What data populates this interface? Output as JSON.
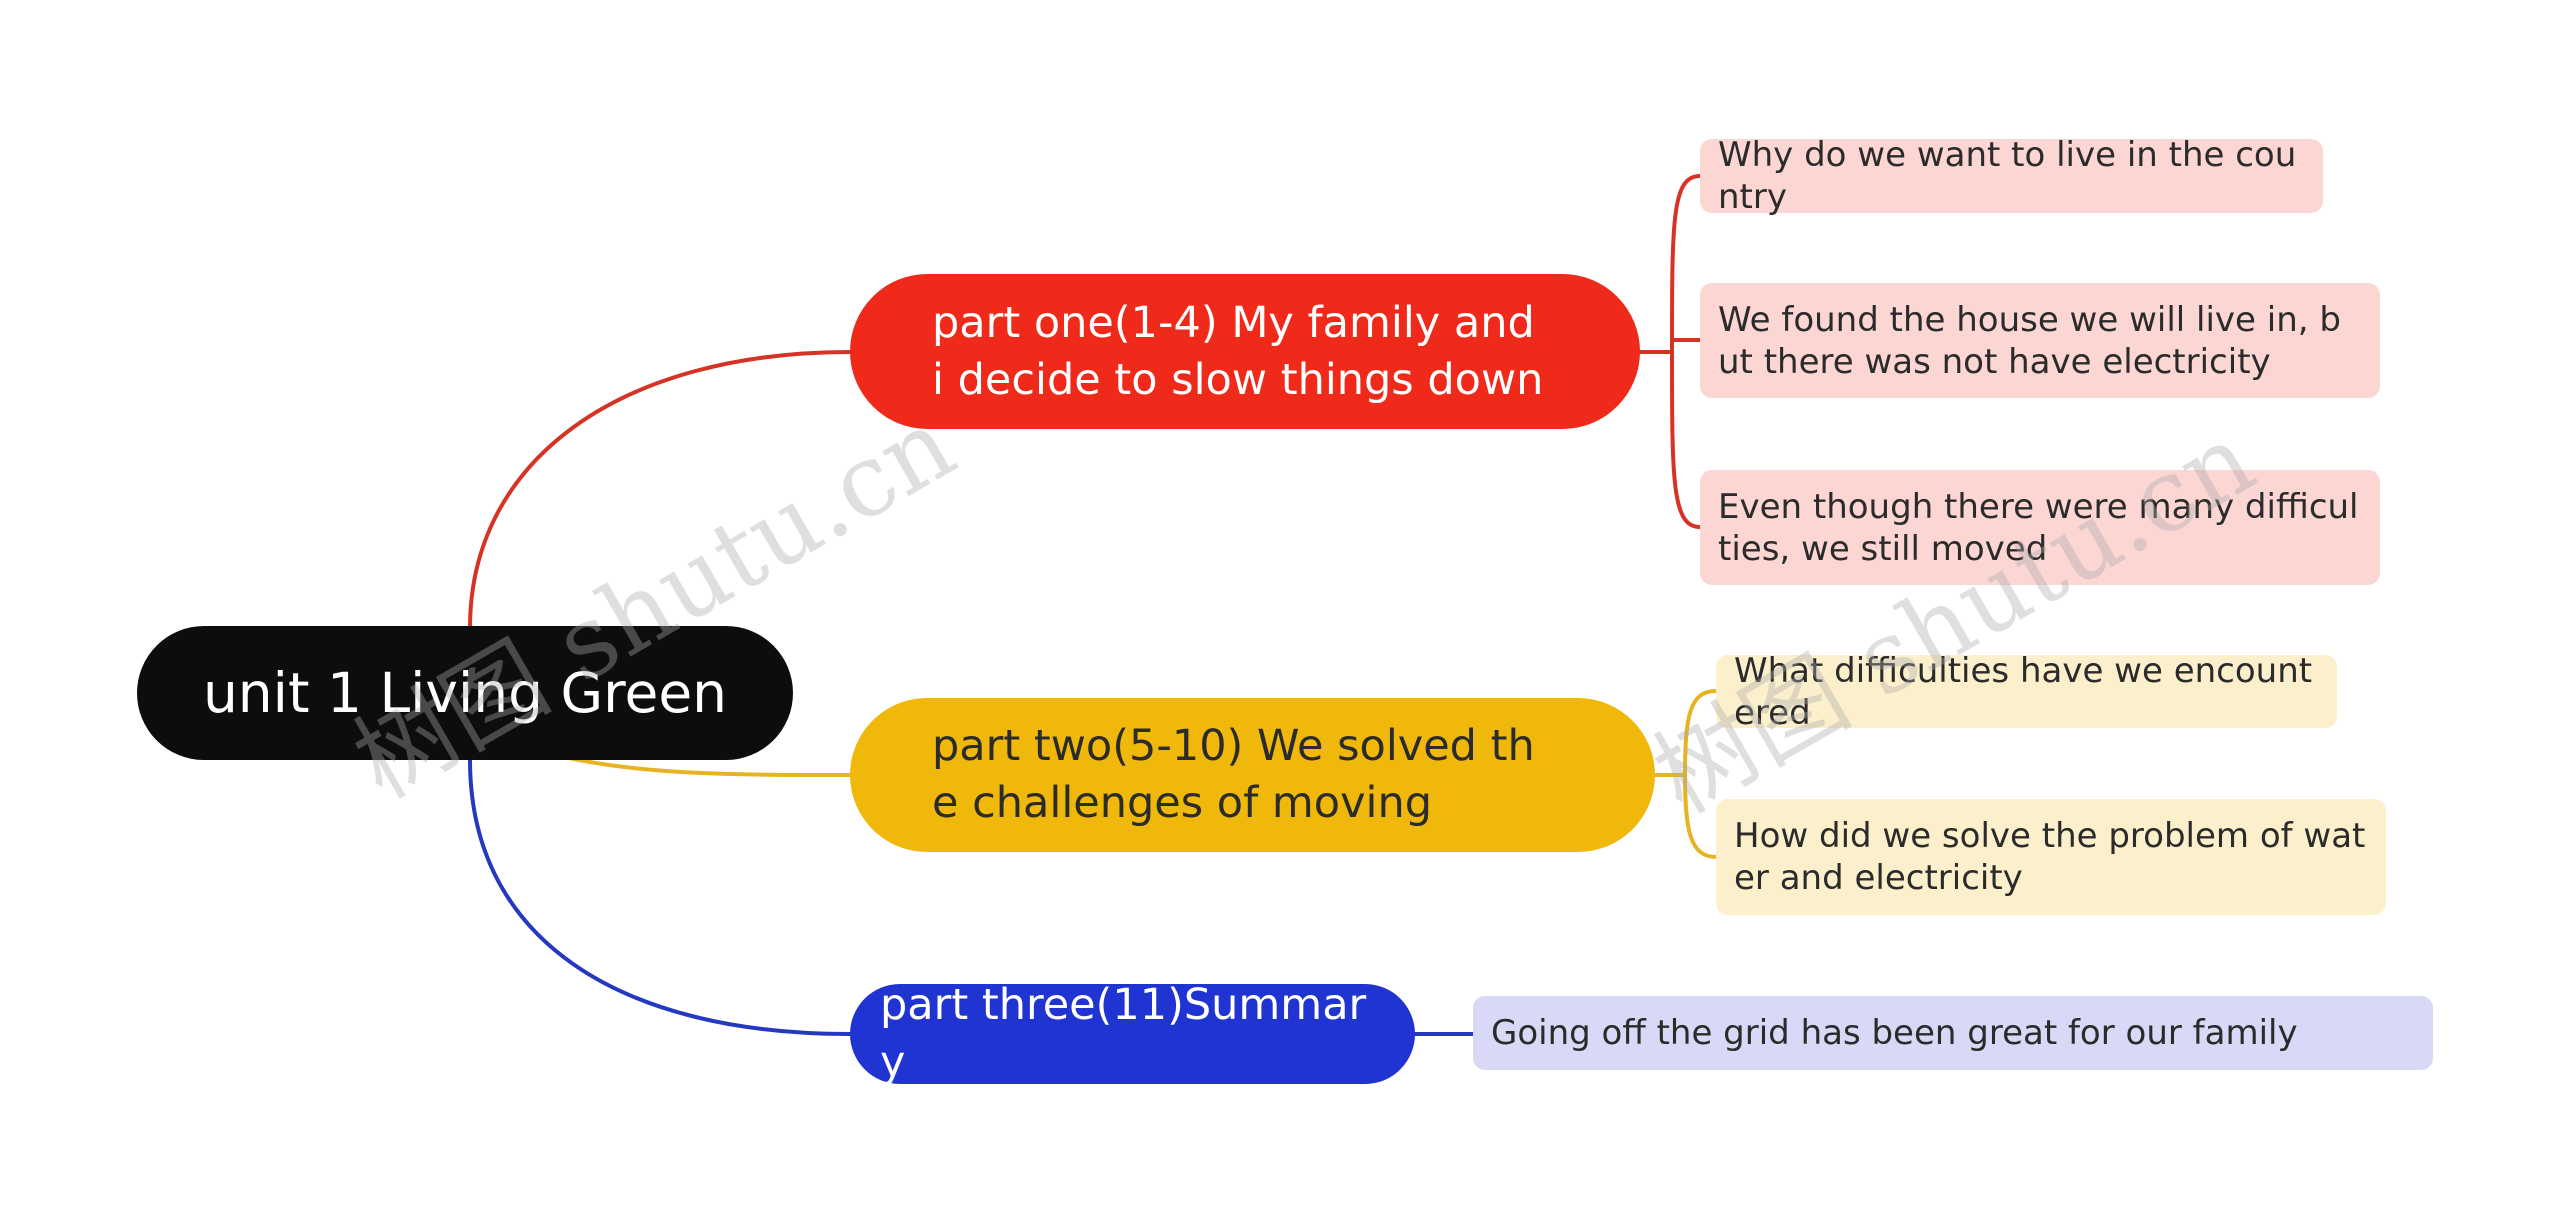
{
  "root": {
    "label": "unit 1 Living Green",
    "color": "#0d0d0d"
  },
  "branches": [
    {
      "label": "part one(1-4)   My family and i decide to slow things down",
      "color": "#ef2a1a",
      "children": [
        "Why do we want to live in the country",
        "We found the house we will live in, but there was not have electricity",
        "Even though there were many difficulties, we still moved"
      ]
    },
    {
      "label": "part two(5-10)  We solved the challenges of moving",
      "color": "#efb80b",
      "children": [
        "What difficulties have we encountered",
        "How did we solve the problem of water and electricity"
      ]
    },
    {
      "label": "part three(11)Summary",
      "color": "#2034d2",
      "children": [
        "Going off the grid has been great for our family"
      ]
    }
  ],
  "watermark": "树图 shutu.cn"
}
